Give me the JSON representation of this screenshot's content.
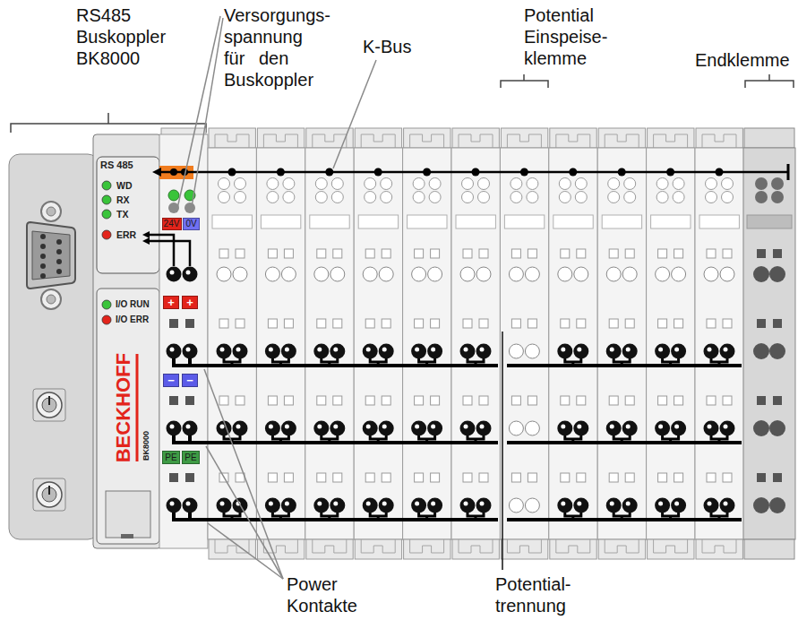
{
  "diagram": {
    "nodes": [
      {
        "text": [
          "RS 485",
          "WD",
          "RX",
          "TX",
          "ERR",
          "I/O RUN",
          "I/O ERR",
          "BECKHOFF",
          "BK8000"
        ]
      },
      {
        "text": [
          "24V"
        ],
        "in": 0
      },
      {
        "text": [
          "0V"
        ],
        "in": 0
      },
      {
        "text": [
          "+"
        ],
        "in": 0
      },
      {
        "text": [
          "+"
        ],
        "in": 0
      },
      {
        "text": [
          "−"
        ],
        "in": 0
      },
      {
        "text": [
          "−"
        ],
        "in": 0
      },
      {
        "text": [
          "PE"
        ],
        "in": 0
      },
      {
        "text": [
          "PE"
        ],
        "in": 0
      }
    ],
    "labels": [
      "RS485 Buskoppler BK8000",
      "Versorgungs- spannung für den Buskoppler",
      "K-Bus",
      "Potential Einspeise- klemme",
      "Endklemme",
      "Power Kontakte",
      "Potential- trennung"
    ]
  }
}
